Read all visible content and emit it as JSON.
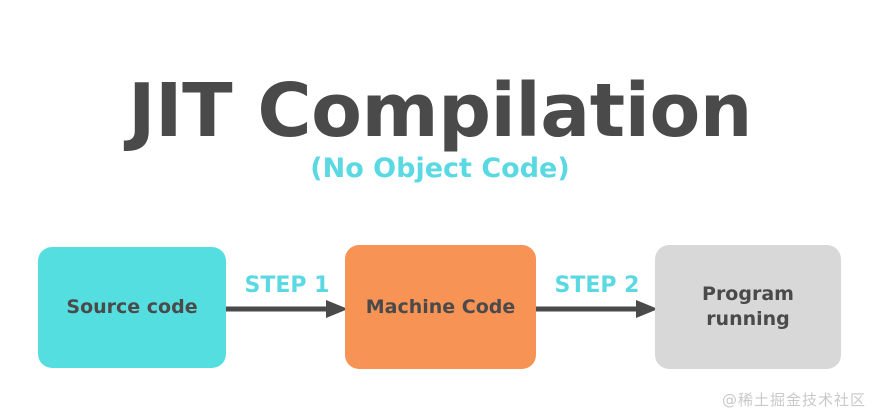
{
  "header": {
    "title": "JIT Compilation",
    "subtitle": "(No Object Code)",
    "title_color": "#4a4a4a",
    "subtitle_color": "#5ad9e2"
  },
  "diagram": {
    "type": "flow",
    "nodes": [
      {
        "id": "source-code",
        "label": "Source code",
        "fill": "#55dee0",
        "text_color": "#4a4a4a"
      },
      {
        "id": "machine-code",
        "label": "Machine Code",
        "fill": "#f79355",
        "text_color": "#4a4a4a"
      },
      {
        "id": "program-running",
        "label": "Program\nrunning",
        "fill": "#d8d8d8",
        "text_color": "#4a4a4a"
      }
    ],
    "edges": [
      {
        "id": "edge-step-1",
        "label": "STEP 1",
        "from": "source-code",
        "to": "machine-code",
        "label_color": "#5ad9e2",
        "line_color": "#4a4a4a"
      },
      {
        "id": "edge-step-2",
        "label": "STEP 2",
        "from": "machine-code",
        "to": "program-running",
        "label_color": "#5ad9e2",
        "line_color": "#4a4a4a"
      }
    ]
  },
  "watermark": {
    "text": "@稀土掘金技术社区",
    "color": "#c9c9c9"
  }
}
